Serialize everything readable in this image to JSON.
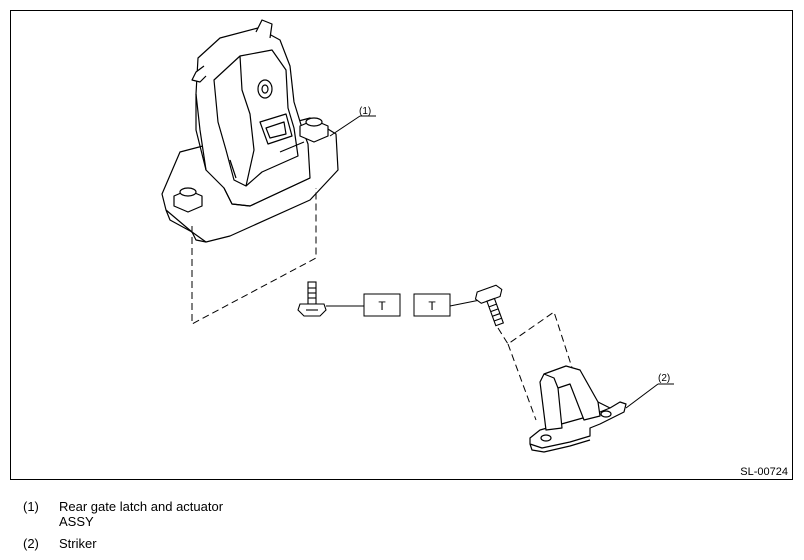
{
  "diagram": {
    "figure_id": "SL-00724",
    "callouts": [
      {
        "label": "(1)"
      },
      {
        "label": "(2)"
      }
    ],
    "torque_boxes": [
      {
        "label": "T"
      },
      {
        "label": "T"
      }
    ]
  },
  "legend": [
    {
      "number": "(1)",
      "lines": [
        "Rear gate latch and actuator",
        "ASSY"
      ]
    },
    {
      "number": "(2)",
      "lines": [
        "Striker"
      ]
    }
  ]
}
